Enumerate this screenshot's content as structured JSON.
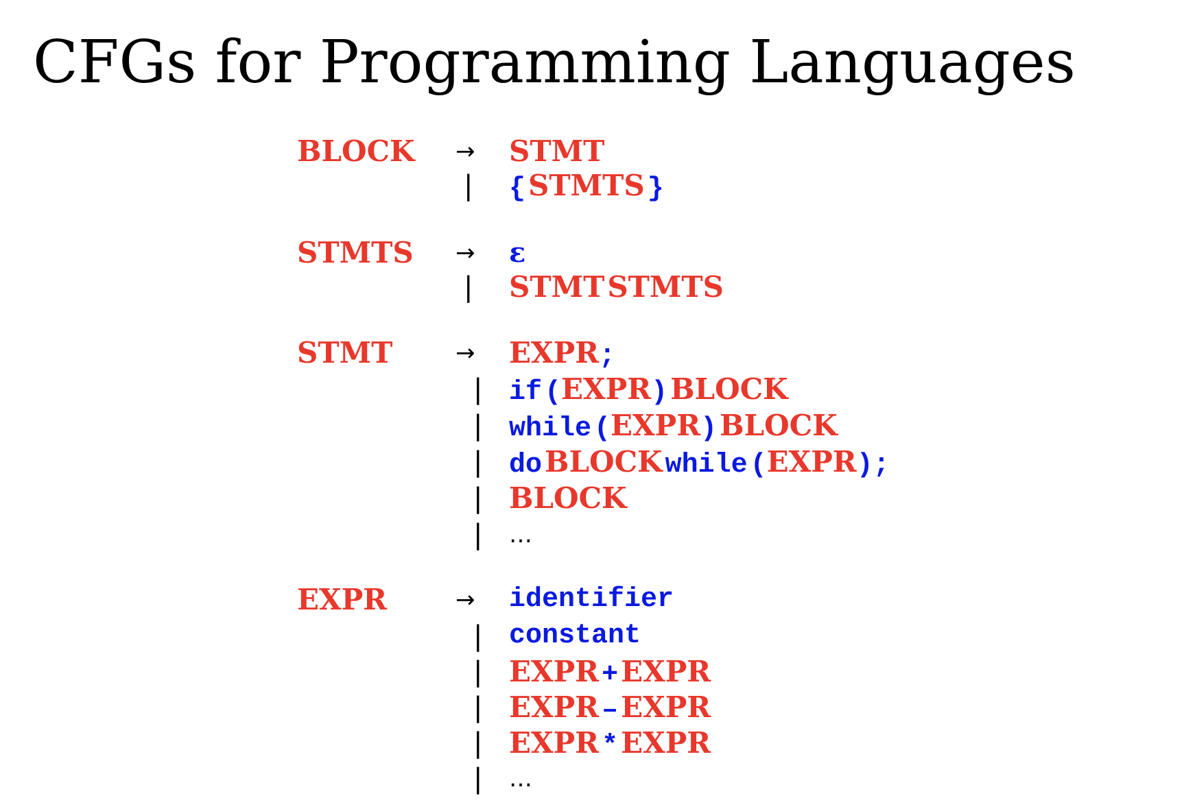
{
  "slide": {
    "title": "CFGs for Programming Languages"
  },
  "symbols": {
    "arrow": "→",
    "bar": "|"
  },
  "colors": {
    "nonterminal": "#e8382c",
    "terminal": "#0a1ae0",
    "text": "#000000",
    "background": "#ffffff"
  },
  "grammar": {
    "block": {
      "lhs": "BLOCK",
      "alt1": [
        "STMT"
      ],
      "alt2": [
        "{",
        "STMTS",
        "}"
      ]
    },
    "stmts": {
      "lhs": "STMTS",
      "alt1": [
        "ε"
      ],
      "alt2": [
        "STMT",
        "STMTS"
      ]
    },
    "stmt": {
      "lhs": "STMT",
      "alt1": [
        "EXPR",
        ";"
      ],
      "alt2": [
        "if",
        "(",
        "EXPR",
        ")",
        "BLOCK"
      ],
      "alt3": [
        "while",
        "(",
        "EXPR",
        ")",
        "BLOCK"
      ],
      "alt4": [
        "do",
        "BLOCK",
        "while",
        "(",
        "EXPR",
        ")",
        ";"
      ],
      "alt5": [
        "BLOCK"
      ],
      "alt6": [
        "…"
      ]
    },
    "expr": {
      "lhs": "EXPR",
      "alt1": [
        "identifier"
      ],
      "alt2": [
        "constant"
      ],
      "alt3": [
        "EXPR",
        "+",
        "EXPR"
      ],
      "alt4": [
        "EXPR",
        "–",
        "EXPR"
      ],
      "alt5": [
        "EXPR",
        "*",
        "EXPR"
      ],
      "alt6": [
        "…"
      ]
    }
  }
}
